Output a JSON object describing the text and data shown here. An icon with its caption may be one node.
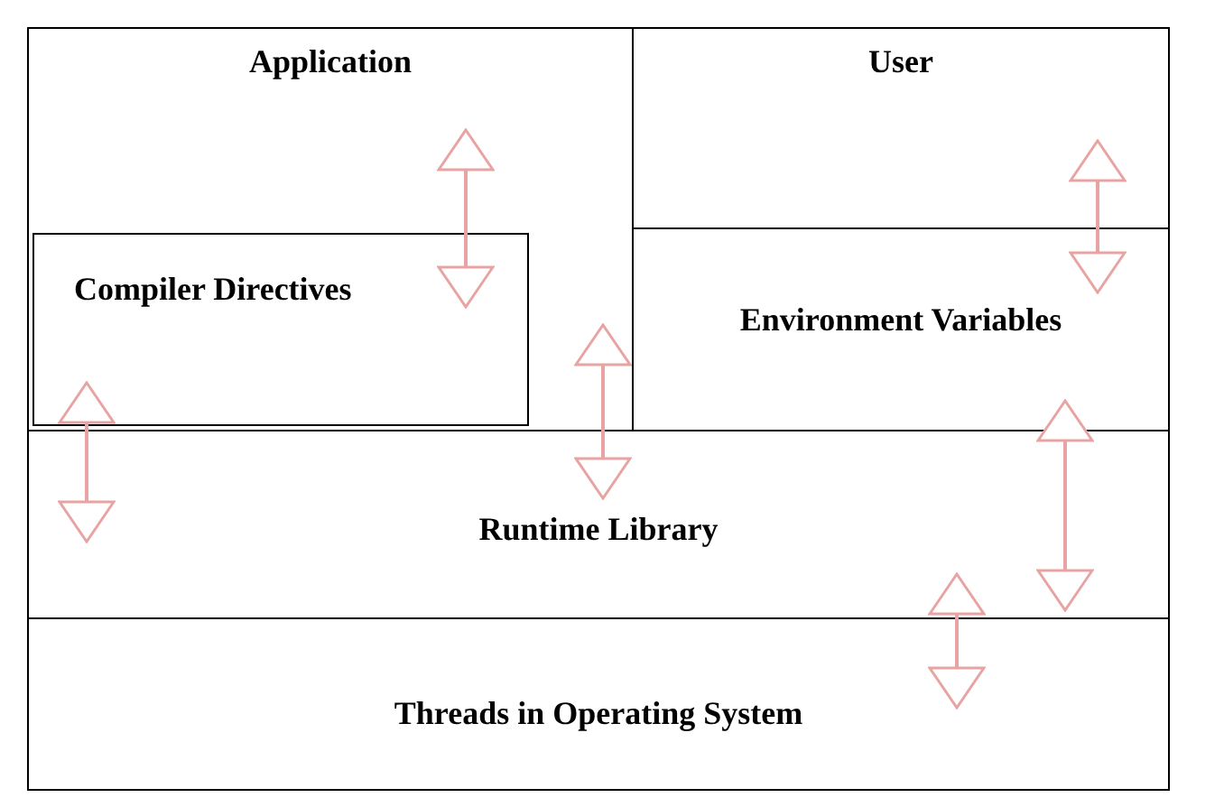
{
  "diagram": {
    "nodes": [
      {
        "text": [
          "Application"
        ]
      },
      {
        "text": [
          "User"
        ]
      },
      {
        "text": [
          "Compiler Directives"
        ],
        "in": 0
      },
      {
        "text": [
          "Environment Variables"
        ]
      },
      {
        "text": [
          "Runtime Library"
        ]
      },
      {
        "text": [
          "Threads in Operating System"
        ]
      }
    ],
    "edges": [
      {
        "from": 0,
        "to": 2,
        "arrow": "both"
      },
      {
        "from": 1,
        "to": 3,
        "arrow": "both"
      },
      {
        "from": 2,
        "to": 4,
        "arrow": "both"
      },
      {
        "from": 0,
        "to": 4,
        "arrow": "both"
      },
      {
        "from": 3,
        "to": 4,
        "arrow": "both"
      },
      {
        "from": 4,
        "to": 5,
        "arrow": "both"
      }
    ]
  }
}
